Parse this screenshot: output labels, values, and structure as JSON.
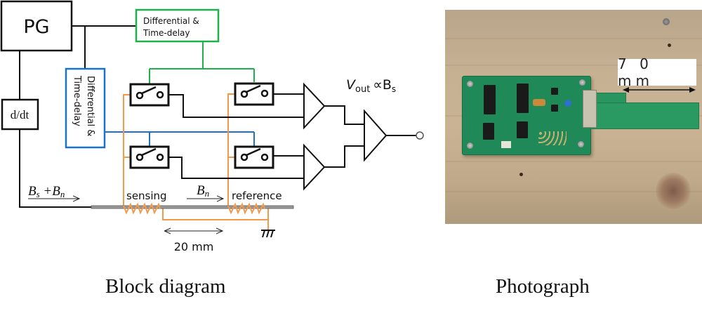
{
  "diagram": {
    "pg_label": "PG",
    "ddt_label": "d/dt",
    "diff_green_line1": "Differential &",
    "diff_green_line2": "Time-delay",
    "diff_blue_line1": "Differential &",
    "diff_blue_line2": "Time-delay",
    "vout_v": "V",
    "vout_sub": "out",
    "vout_prop": "∝",
    "vout_b": "B",
    "vout_b_sub": "s",
    "field_total_b1": "B",
    "field_total_s": "s",
    "field_total_plus": " +B",
    "field_total_n": "n",
    "field_noise_b": "B",
    "field_noise_n": "n",
    "sensing_label": "sensing",
    "reference_label": "reference",
    "distance_label": "20 mm",
    "colors": {
      "green_path": "#1db04b",
      "blue_path": "#1a73c8",
      "coil": "#f39a4a",
      "wire": "#111111"
    }
  },
  "photo": {
    "scale_label": "7 0 mm",
    "subject": "green circuit board with probe on wooden surface"
  },
  "captions": {
    "left": "Block diagram",
    "right": "Photograph"
  }
}
